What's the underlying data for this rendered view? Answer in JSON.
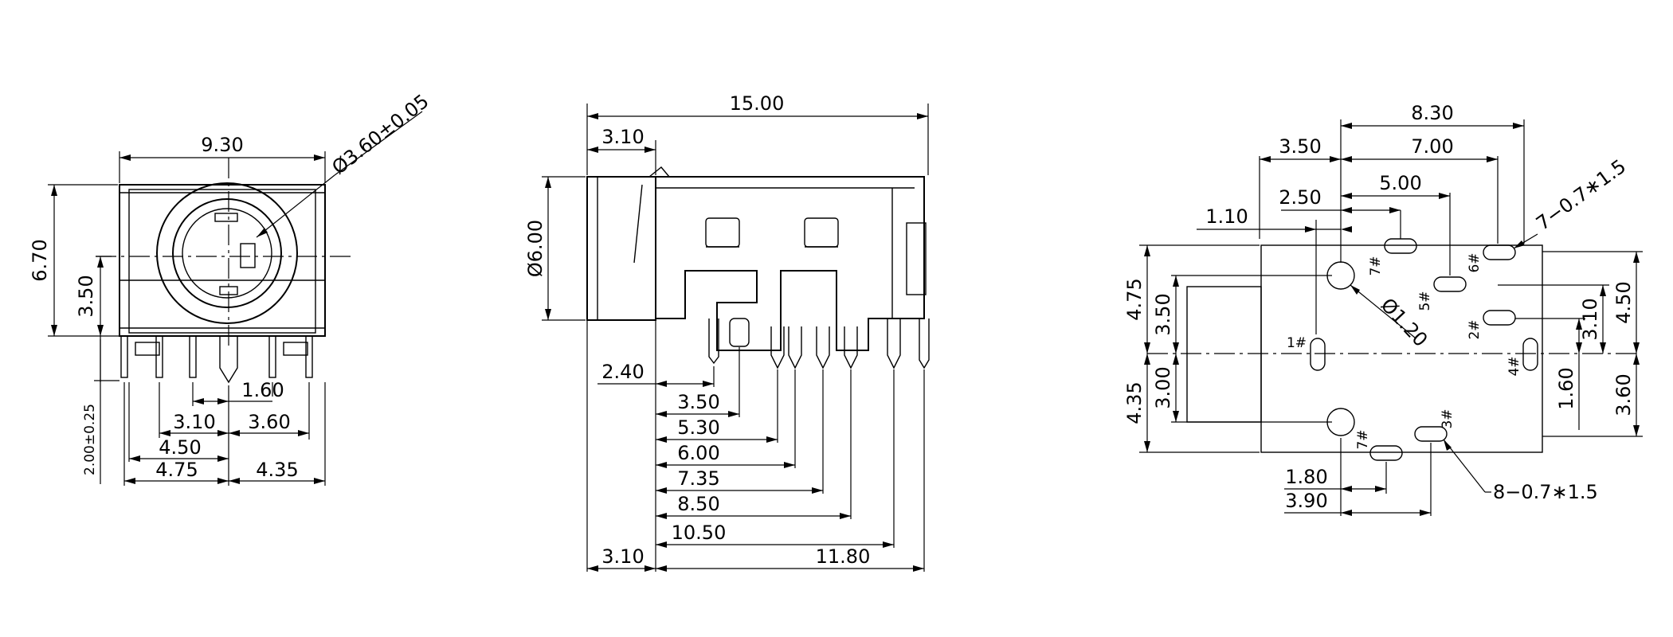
{
  "front_view": {
    "width_930": "9.30",
    "hole_dia": "Ø3.60±0.05",
    "height_670": "6.70",
    "height_350": "3.50",
    "pin_160": "1.60",
    "pin_310": "3.10",
    "pin_360": "3.60",
    "pin_450": "4.50",
    "pin_475": "4.75",
    "pin_435": "4.35",
    "pin_length": "2.00±0.25"
  },
  "side_view": {
    "length_1500": "15.00",
    "nose_310": "3.10",
    "dia_600": "Ø6.00",
    "pin_240": "2.40",
    "pin_350": "3.50",
    "pin_530": "5.30",
    "pin_600": "6.00",
    "pin_735": "7.35",
    "pin_850": "8.50",
    "pin_1050": "10.50",
    "bottom_310": "3.10",
    "bottom_1180": "11.80"
  },
  "footprint": {
    "w_830": "8.30",
    "w_700": "7.00",
    "w_350": "3.50",
    "w_500": "5.00",
    "w_250": "2.50",
    "w_110": "1.10",
    "slots_note": "7−0.7∗1.5",
    "hole_dia": "Ø1.20",
    "h_475": "4.75",
    "h_350": "3.50",
    "h_435": "4.35",
    "h_300": "3.00",
    "h_450": "4.50",
    "h_310": "3.10",
    "h_160": "1.60",
    "h_360": "3.60",
    "b_180": "1.80",
    "b_390": "3.90",
    "slots_note2": "8−0.7∗1.5",
    "pins": {
      "p1": "1#",
      "p2": "2#",
      "p3": "3#",
      "p4": "4#",
      "p5": "5#",
      "p6": "6#",
      "p7a": "7#",
      "p7b": "7#"
    }
  }
}
